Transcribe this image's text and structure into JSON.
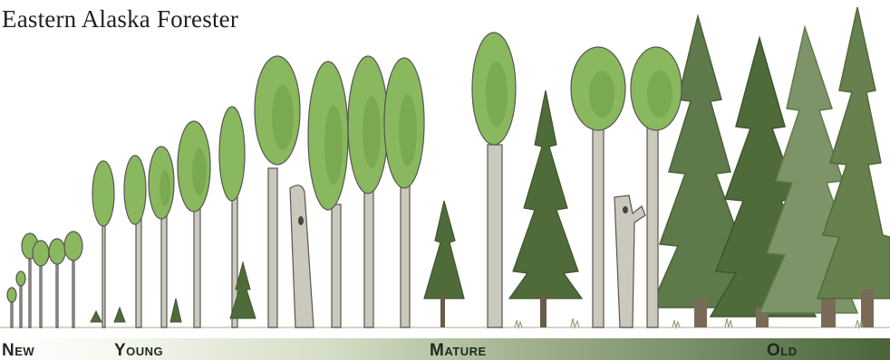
{
  "title": "Eastern Alaska Forester",
  "stages": {
    "new": "New",
    "young": "Young",
    "mature": "Mature",
    "old": "Old"
  },
  "colors": {
    "aspen_crown": "#8ab85e",
    "aspen_crown_dark": "#6f9e48",
    "aspen_trunk": "#ccc8bc",
    "spruce_dark": "#4f6b3a",
    "spruce_mid": "#66804e",
    "spruce_light": "#7d9468",
    "outline": "#555555"
  }
}
